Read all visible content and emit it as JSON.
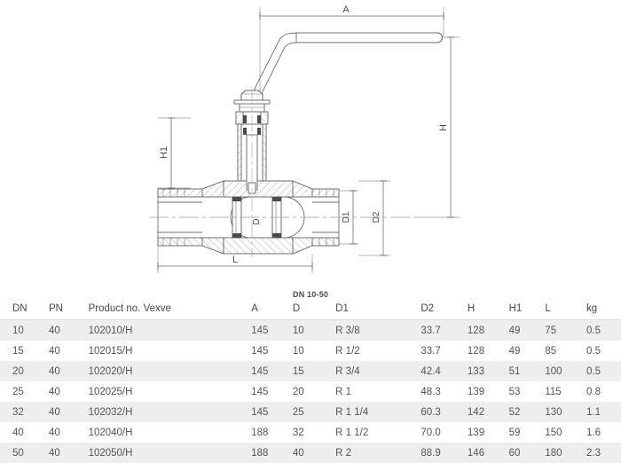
{
  "drawing": {
    "caption": "DN 10-50",
    "dimension_labels": {
      "a": "A",
      "h": "H",
      "h1": "H1",
      "l": "L",
      "d": "D",
      "d1": "D1",
      "d2": "D2"
    },
    "line_color": "#6e6e6e",
    "text_color": "#4a4a4a"
  },
  "table": {
    "headers": [
      "DN",
      "PN",
      "Product no. Vexve",
      "A",
      "D",
      "D1",
      "D2",
      "H",
      "H1",
      "L",
      "kg"
    ],
    "rows": [
      [
        "10",
        "40",
        "102010/H",
        "145",
        "10",
        "R 3/8",
        "33.7",
        "128",
        "49",
        "75",
        "0.5"
      ],
      [
        "15",
        "40",
        "102015/H",
        "145",
        "10",
        "R 1/2",
        "33.7",
        "128",
        "49",
        "85",
        "0.5"
      ],
      [
        "20",
        "40",
        "102020/H",
        "145",
        "15",
        "R 3/4",
        "42.4",
        "133",
        "51",
        "100",
        "0.5"
      ],
      [
        "25",
        "40",
        "102025/H",
        "145",
        "20",
        "R 1",
        "48.3",
        "139",
        "53",
        "115",
        "0.8"
      ],
      [
        "32",
        "40",
        "102032/H",
        "145",
        "25",
        "R 1 1/4",
        "60.3",
        "142",
        "52",
        "130",
        "1.1"
      ],
      [
        "40",
        "40",
        "102040/H",
        "188",
        "32",
        "R 1 1/2",
        "70.0",
        "139",
        "59",
        "150",
        "1.6"
      ],
      [
        "50",
        "40",
        "102050/H",
        "188",
        "40",
        "R 2",
        "88.9",
        "146",
        "60",
        "180",
        "2.3"
      ]
    ],
    "shaded_row_color": "#eeeeee",
    "header_rule_color": "#dcdcdc"
  }
}
